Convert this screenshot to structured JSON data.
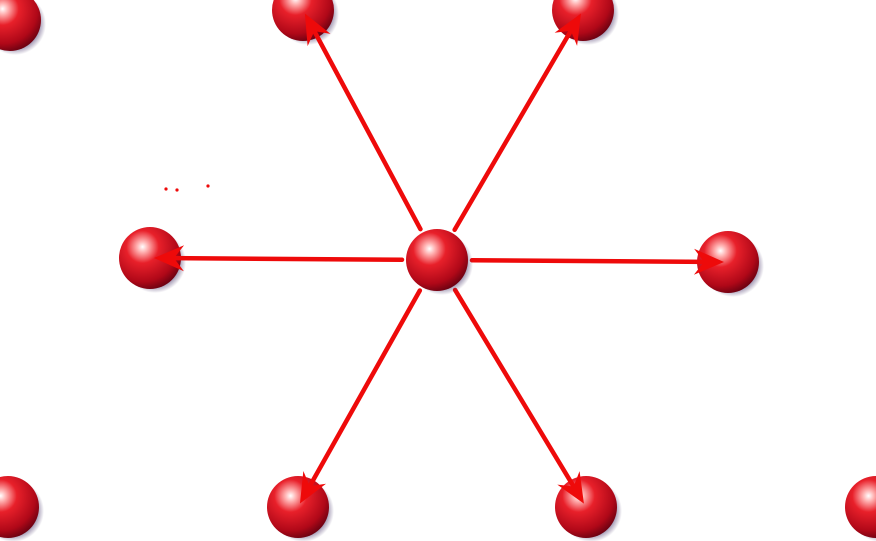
{
  "diagram": {
    "type": "hexagonal-lattice-nearest-neighbors",
    "colors": {
      "sphere": "#d01020",
      "sphere_highlight": "#ffffff",
      "sphere_shadow": "#4a2a6a",
      "arrow": "#ee0a0a",
      "background": "#ffffff"
    },
    "center_atom": {
      "name": "center-atom"
    },
    "neighbor_atoms": [
      {
        "name": "neighbor-atom-top-left"
      },
      {
        "name": "neighbor-atom-top-right"
      },
      {
        "name": "neighbor-atom-left"
      },
      {
        "name": "neighbor-atom-right"
      },
      {
        "name": "neighbor-atom-bottom-left"
      },
      {
        "name": "neighbor-atom-bottom-right"
      }
    ],
    "outer_atoms": [
      {
        "name": "outer-atom-top-left-corner"
      },
      {
        "name": "outer-atom-bottom-left-corner"
      },
      {
        "name": "outer-atom-bottom-right-corner"
      }
    ],
    "arrows": [
      {
        "name": "arrow-to-top-left"
      },
      {
        "name": "arrow-to-top-right"
      },
      {
        "name": "arrow-to-left"
      },
      {
        "name": "arrow-to-right"
      },
      {
        "name": "arrow-to-bottom-left"
      },
      {
        "name": "arrow-to-bottom-right"
      }
    ]
  }
}
